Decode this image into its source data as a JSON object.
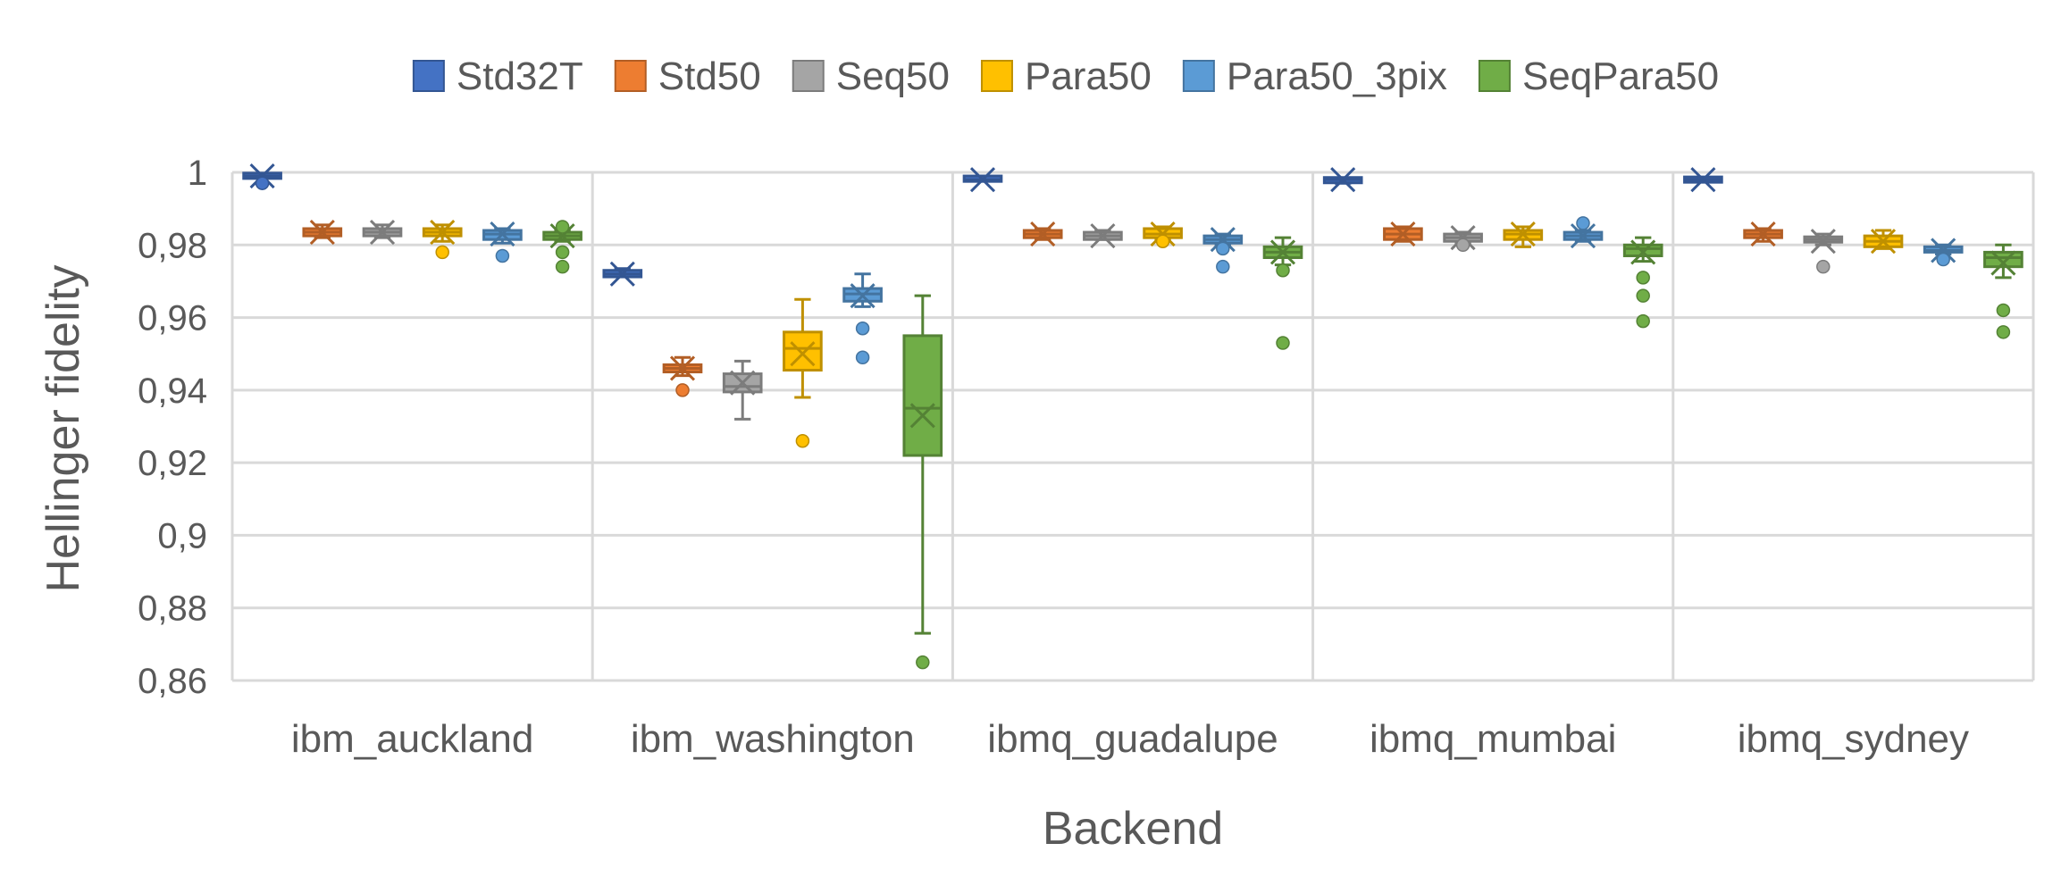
{
  "chart_data": {
    "type": "box",
    "title": "",
    "xlabel": "Backend",
    "ylabel": "Hellinger fidelity",
    "ylim": [
      0.86,
      1.0
    ],
    "ytick_step": 0.02,
    "yticks": [
      "0,86",
      "0,88",
      "0,9",
      "0,92",
      "0,94",
      "0,96",
      "0,98",
      "1"
    ],
    "grid": true,
    "legend_position": "top",
    "categories": [
      "ibm_auckland",
      "ibm_washington",
      "ibmq_guadalupe",
      "ibmq_mumbai",
      "ibmq_sydney"
    ],
    "series": [
      {
        "name": "Std32T",
        "color": "#4472C4",
        "boxes": [
          {
            "whisker_low": 0.9985,
            "q1": 0.9988,
            "median": 0.999,
            "q3": 0.9993,
            "whisker_high": 0.9995,
            "mean": 0.999,
            "outliers": [
              0.997
            ]
          },
          {
            "whisker_low": 0.9715,
            "q1": 0.9712,
            "median": 0.972,
            "q3": 0.973,
            "whisker_high": 0.9735,
            "mean": 0.972,
            "outliers": []
          },
          {
            "whisker_low": 0.998,
            "q1": 0.9975,
            "median": 0.998,
            "q3": 0.999,
            "whisker_high": 0.999,
            "mean": 0.998,
            "outliers": []
          },
          {
            "whisker_low": 0.997,
            "q1": 0.9972,
            "median": 0.998,
            "q3": 0.9985,
            "whisker_high": 0.9985,
            "mean": 0.998,
            "outliers": []
          },
          {
            "whisker_low": 0.998,
            "q1": 0.998,
            "median": 0.998,
            "q3": 0.998,
            "whisker_high": 0.998,
            "mean": 0.998,
            "outliers": []
          }
        ]
      },
      {
        "name": "Std50",
        "color": "#ED7D31",
        "boxes": [
          {
            "whisker_low": 0.982,
            "q1": 0.9825,
            "median": 0.9835,
            "q3": 0.9845,
            "whisker_high": 0.9855,
            "mean": 0.9835,
            "outliers": []
          },
          {
            "whisker_low": 0.944,
            "q1": 0.945,
            "median": 0.946,
            "q3": 0.947,
            "whisker_high": 0.949,
            "mean": 0.946,
            "outliers": [
              0.94
            ]
          },
          {
            "whisker_low": 0.9815,
            "q1": 0.982,
            "median": 0.983,
            "q3": 0.984,
            "whisker_high": 0.9845,
            "mean": 0.983,
            "outliers": []
          },
          {
            "whisker_low": 0.981,
            "q1": 0.9815,
            "median": 0.983,
            "q3": 0.9845,
            "whisker_high": 0.985,
            "mean": 0.983,
            "outliers": []
          },
          {
            "whisker_low": 0.981,
            "q1": 0.982,
            "median": 0.983,
            "q3": 0.984,
            "whisker_high": 0.9845,
            "mean": 0.983,
            "outliers": []
          }
        ]
      },
      {
        "name": "Seq50",
        "color": "#A5A5A5",
        "boxes": [
          {
            "whisker_low": 0.982,
            "q1": 0.9825,
            "median": 0.9835,
            "q3": 0.9845,
            "whisker_high": 0.9855,
            "mean": 0.9835,
            "outliers": []
          },
          {
            "whisker_low": 0.932,
            "q1": 0.9395,
            "median": 0.941,
            "q3": 0.9445,
            "whisker_high": 0.948,
            "mean": 0.942,
            "outliers": []
          },
          {
            "whisker_low": 0.9815,
            "q1": 0.9815,
            "median": 0.9825,
            "q3": 0.9835,
            "whisker_high": 0.984,
            "mean": 0.9825,
            "outliers": []
          },
          {
            "whisker_low": 0.9805,
            "q1": 0.981,
            "median": 0.982,
            "q3": 0.983,
            "whisker_high": 0.9835,
            "mean": 0.982,
            "outliers": [
              0.98
            ]
          },
          {
            "whisker_low": 0.98,
            "q1": 0.981,
            "median": 0.9815,
            "q3": 0.982,
            "whisker_high": 0.983,
            "mean": 0.981,
            "outliers": [
              0.974
            ]
          }
        ]
      },
      {
        "name": "Para50",
        "color": "#FFC000",
        "boxes": [
          {
            "whisker_low": 0.981,
            "q1": 0.9825,
            "median": 0.9835,
            "q3": 0.9845,
            "whisker_high": 0.9855,
            "mean": 0.9835,
            "outliers": [
              0.978
            ]
          },
          {
            "whisker_low": 0.938,
            "q1": 0.9455,
            "median": 0.9515,
            "q3": 0.956,
            "whisker_high": 0.965,
            "mean": 0.95,
            "outliers": [
              0.926
            ]
          },
          {
            "whisker_low": 0.9815,
            "q1": 0.982,
            "median": 0.983,
            "q3": 0.9845,
            "whisker_high": 0.985,
            "mean": 0.983,
            "outliers": [
              0.981
            ]
          },
          {
            "whisker_low": 0.9795,
            "q1": 0.9815,
            "median": 0.983,
            "q3": 0.984,
            "whisker_high": 0.985,
            "mean": 0.983,
            "outliers": []
          },
          {
            "whisker_low": 0.979,
            "q1": 0.9795,
            "median": 0.981,
            "q3": 0.9825,
            "whisker_high": 0.984,
            "mean": 0.981,
            "outliers": []
          }
        ]
      },
      {
        "name": "Para50_3pix",
        "color": "#5B9BD5",
        "boxes": [
          {
            "whisker_low": 0.9805,
            "q1": 0.9815,
            "median": 0.983,
            "q3": 0.984,
            "whisker_high": 0.9845,
            "mean": 0.983,
            "outliers": [
              0.977
            ]
          },
          {
            "whisker_low": 0.963,
            "q1": 0.9645,
            "median": 0.9665,
            "q3": 0.968,
            "whisker_high": 0.972,
            "mean": 0.966,
            "outliers": [
              0.957,
              0.949
            ]
          },
          {
            "whisker_low": 0.98,
            "q1": 0.9805,
            "median": 0.9815,
            "q3": 0.9825,
            "whisker_high": 0.983,
            "mean": 0.9815,
            "outliers": [
              0.979,
              0.974
            ]
          },
          {
            "whisker_low": 0.981,
            "q1": 0.9815,
            "median": 0.9825,
            "q3": 0.9835,
            "whisker_high": 0.984,
            "mean": 0.9825,
            "outliers": [
              0.986
            ]
          },
          {
            "whisker_low": 0.9775,
            "q1": 0.978,
            "median": 0.9785,
            "q3": 0.9795,
            "whisker_high": 0.98,
            "mean": 0.9785,
            "outliers": [
              0.976
            ]
          }
        ]
      },
      {
        "name": "SeqPara50",
        "color": "#70AD47",
        "boxes": [
          {
            "whisker_low": 0.981,
            "q1": 0.9815,
            "median": 0.9825,
            "q3": 0.9835,
            "whisker_high": 0.984,
            "mean": 0.9825,
            "outliers": [
              0.985,
              0.978,
              0.974
            ]
          },
          {
            "whisker_low": 0.873,
            "q1": 0.922,
            "median": 0.935,
            "q3": 0.955,
            "whisker_high": 0.966,
            "mean": 0.933,
            "outliers": [
              0.865
            ]
          },
          {
            "whisker_low": 0.9745,
            "q1": 0.9765,
            "median": 0.978,
            "q3": 0.9795,
            "whisker_high": 0.982,
            "mean": 0.978,
            "outliers": [
              0.973,
              0.953
            ]
          },
          {
            "whisker_low": 0.9755,
            "q1": 0.977,
            "median": 0.979,
            "q3": 0.98,
            "whisker_high": 0.982,
            "mean": 0.978,
            "outliers": [
              0.971,
              0.966,
              0.959
            ]
          },
          {
            "whisker_low": 0.971,
            "q1": 0.974,
            "median": 0.9765,
            "q3": 0.978,
            "whisker_high": 0.98,
            "mean": 0.975,
            "outliers": [
              0.962,
              0.956
            ]
          }
        ]
      }
    ]
  }
}
